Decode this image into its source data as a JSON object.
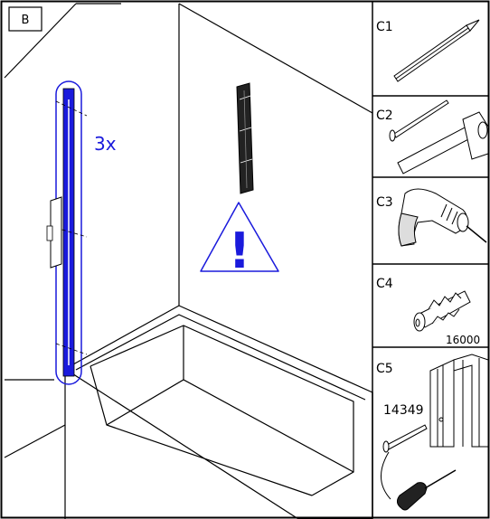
{
  "main_panel": {
    "label": "B",
    "quantity": "3x",
    "warning_symbol": "!"
  },
  "tool_panels": [
    {
      "label": "C1",
      "tool": "pencil"
    },
    {
      "label": "C2",
      "tool": "nail-and-hammer"
    },
    {
      "label": "C3",
      "tool": "drill"
    },
    {
      "label": "C4",
      "tool": "wall-plug",
      "part_number": "16000"
    },
    {
      "label": "C5",
      "tool": "screw-and-screwdriver",
      "part_number": "14349"
    }
  ],
  "colors": {
    "line": "#000000",
    "highlight": "#1a1adc"
  },
  "icons": [
    "wall-profile-icon",
    "seal-strip-icon",
    "warning-triangle-icon",
    "pencil-icon",
    "nail-icon",
    "hammer-icon",
    "drill-icon",
    "wall-plug-icon",
    "profile-icon",
    "screw-icon",
    "screwdriver-icon"
  ]
}
